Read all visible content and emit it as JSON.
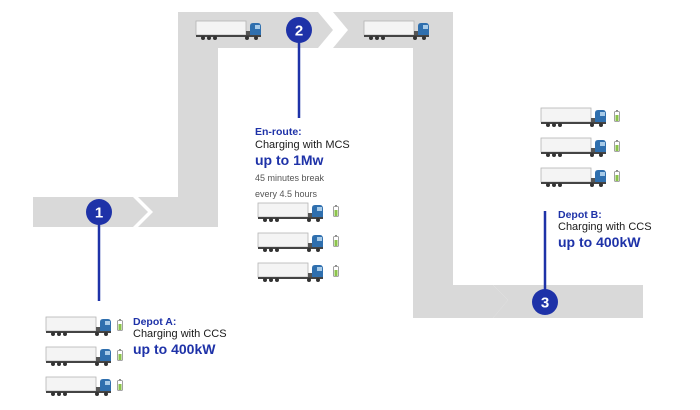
{
  "steps": {
    "step1": {
      "number": "1"
    },
    "step2": {
      "number": "2"
    },
    "step3": {
      "number": "3"
    }
  },
  "enroute": {
    "title": "En-route:",
    "desc": "Charging with MCS",
    "power": "up to 1Mw",
    "note_line1": "45 minutes break",
    "note_line2": "every 4.5 hours"
  },
  "depot_a": {
    "title": "Depot A:",
    "desc": "Charging with CCS",
    "power": "up to 400kW"
  },
  "depot_b": {
    "title": "Depot B:",
    "desc": "Charging with CCS",
    "power": "up to 400kW"
  },
  "colors": {
    "road": "#d9d9d9",
    "marker": "#1e32a8",
    "truck_cab": "#2f6fae",
    "trailer": "#f4f4f4",
    "battery": "#8bc34a"
  }
}
